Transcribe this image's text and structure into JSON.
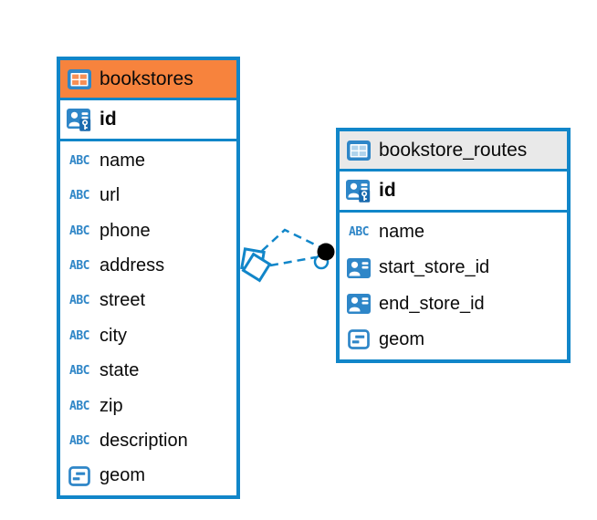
{
  "app": {
    "view": "entity-relationship-diagram"
  },
  "colors": {
    "table_border": "#1186C9",
    "bookstores_header": "#F7833D",
    "routes_header": "#E9E9E9",
    "icon_blue": "#2E86C8",
    "relationship_line": "#1186C9",
    "dot_marker": "#000000",
    "canvas_background": "#FFFFFF"
  },
  "text_type_icon_label": "ABC",
  "diagram": {
    "tables": [
      {
        "name": "bookstores",
        "icon": "table-icon",
        "header_color": "#F7833D",
        "primary_key": {
          "label": "id",
          "icon": "primary-key-icon"
        },
        "columns": [
          {
            "label": "name",
            "icon": "text-type-icon"
          },
          {
            "label": "url",
            "icon": "text-type-icon"
          },
          {
            "label": "phone",
            "icon": "text-type-icon"
          },
          {
            "label": "address",
            "icon": "text-type-icon"
          },
          {
            "label": "street",
            "icon": "text-type-icon"
          },
          {
            "label": "city",
            "icon": "text-type-icon"
          },
          {
            "label": "state",
            "icon": "text-type-icon"
          },
          {
            "label": "zip",
            "icon": "text-type-icon"
          },
          {
            "label": "description",
            "icon": "text-type-icon"
          },
          {
            "label": "geom",
            "icon": "object-type-icon"
          }
        ]
      },
      {
        "name": "bookstore_routes",
        "icon": "table-icon",
        "header_color": "#E9E9E9",
        "primary_key": {
          "label": "id",
          "icon": "primary-key-icon"
        },
        "columns": [
          {
            "label": "name",
            "icon": "text-type-icon"
          },
          {
            "label": "start_store_id",
            "icon": "reference-type-icon"
          },
          {
            "label": "end_store_id",
            "icon": "reference-type-icon"
          },
          {
            "label": "geom",
            "icon": "object-type-icon"
          }
        ]
      }
    ],
    "relationships": [
      {
        "from_table": "bookstores",
        "to_table": "bookstore_routes",
        "line_style": "dashed",
        "from_marker": "diamond",
        "to_marker": "filled-dot",
        "color": "#1186C9",
        "line_count": 2
      }
    ]
  }
}
